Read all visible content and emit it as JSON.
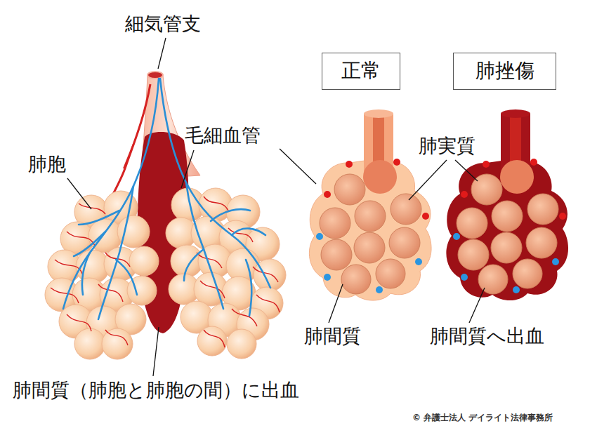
{
  "diagram": {
    "nodes": [
      {
        "text": [
          "正常"
        ]
      },
      {
        "text": [
          "肺挫傷"
        ]
      }
    ],
    "labels": [
      "細気管支",
      "肺胞",
      "毛細血管",
      "肺実質",
      "肺間質",
      "肺間質へ出血",
      "肺間質（肺胞と肺胞の間）に出血",
      "© 弁護士法人 デイライト法律事務所"
    ]
  }
}
